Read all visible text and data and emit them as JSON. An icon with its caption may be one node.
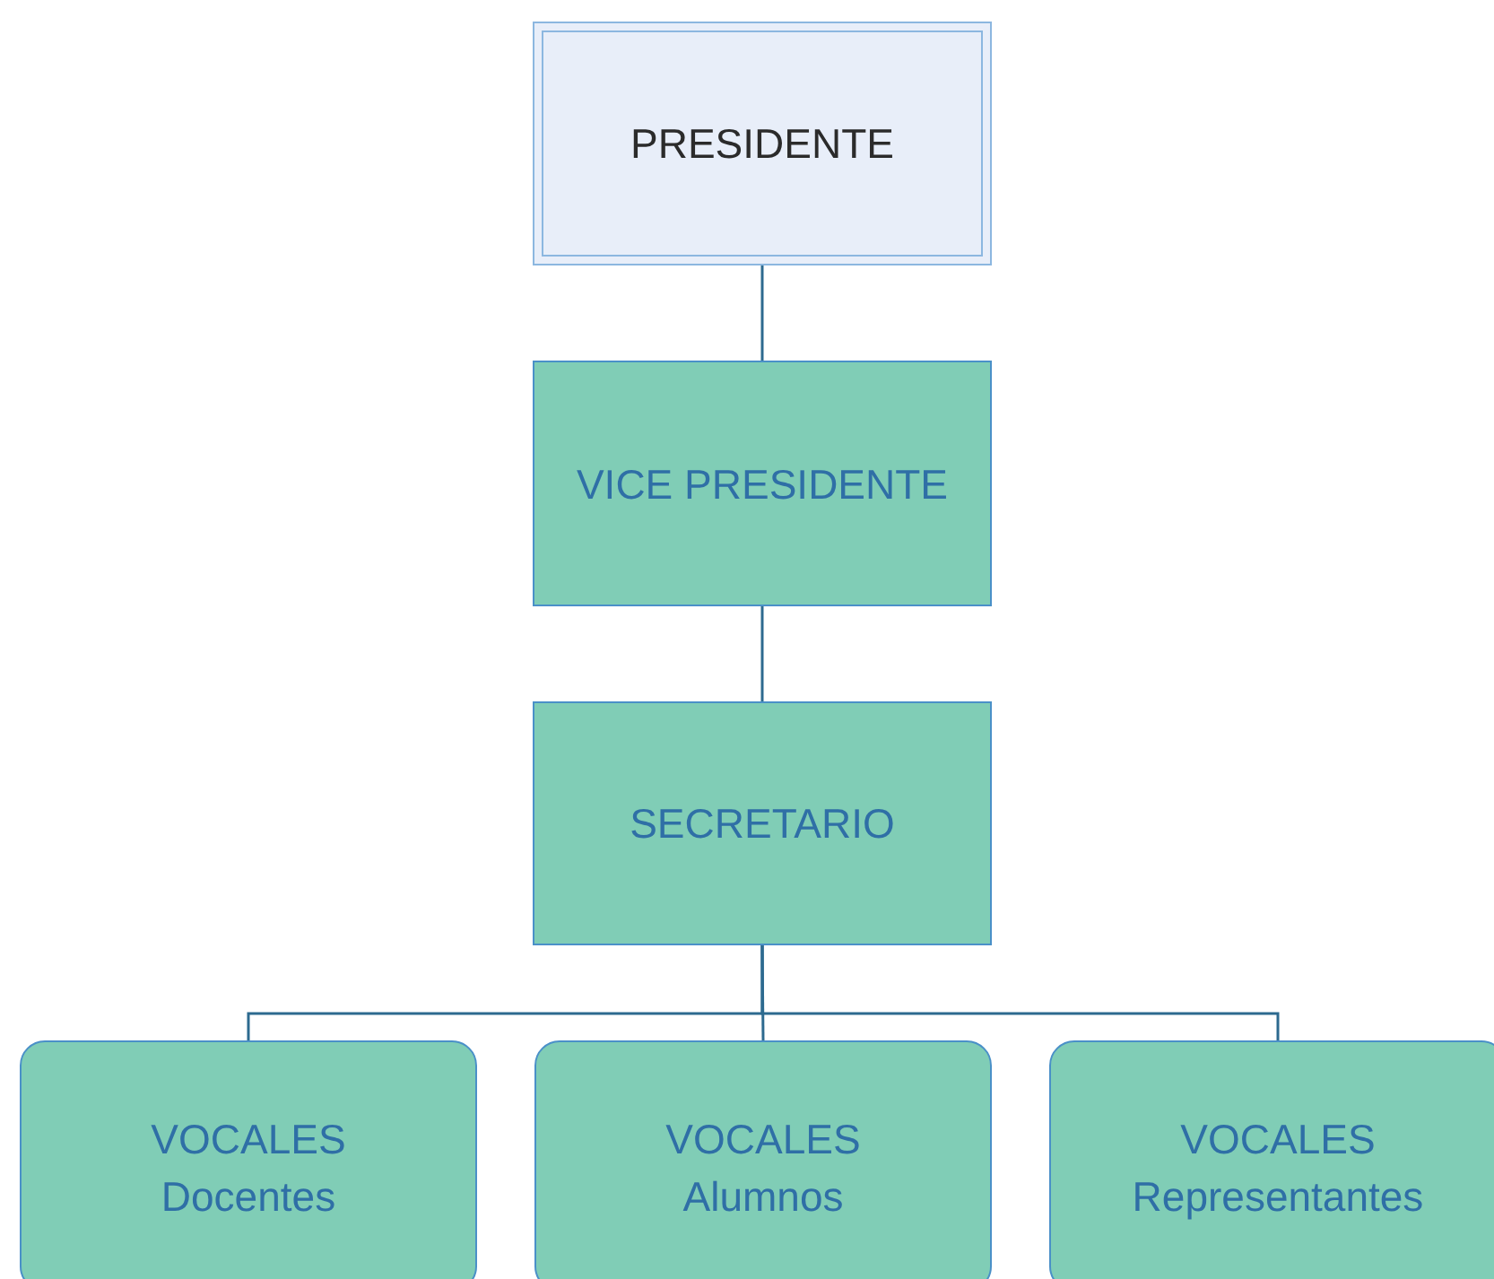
{
  "diagram": {
    "nodes": [
      {
        "text": [
          "PRESIDENTE"
        ]
      },
      {
        "text": [
          "VICE PRESIDENTE"
        ]
      },
      {
        "text": [
          "SECRETARIO"
        ]
      },
      {
        "text": [
          "VOCALES",
          "Docentes"
        ]
      },
      {
        "text": [
          "VOCALES",
          "Alumnos"
        ]
      },
      {
        "text": [
          "VOCALES",
          "Representantes"
        ]
      }
    ],
    "edges": [
      {
        "from": 0,
        "to": 1,
        "arrow": "none"
      },
      {
        "from": 1,
        "to": 2,
        "arrow": "none"
      },
      {
        "from": 2,
        "to": 3,
        "arrow": "none"
      },
      {
        "from": 2,
        "to": 4,
        "arrow": "none"
      },
      {
        "from": 2,
        "to": 5,
        "arrow": "none"
      }
    ]
  }
}
